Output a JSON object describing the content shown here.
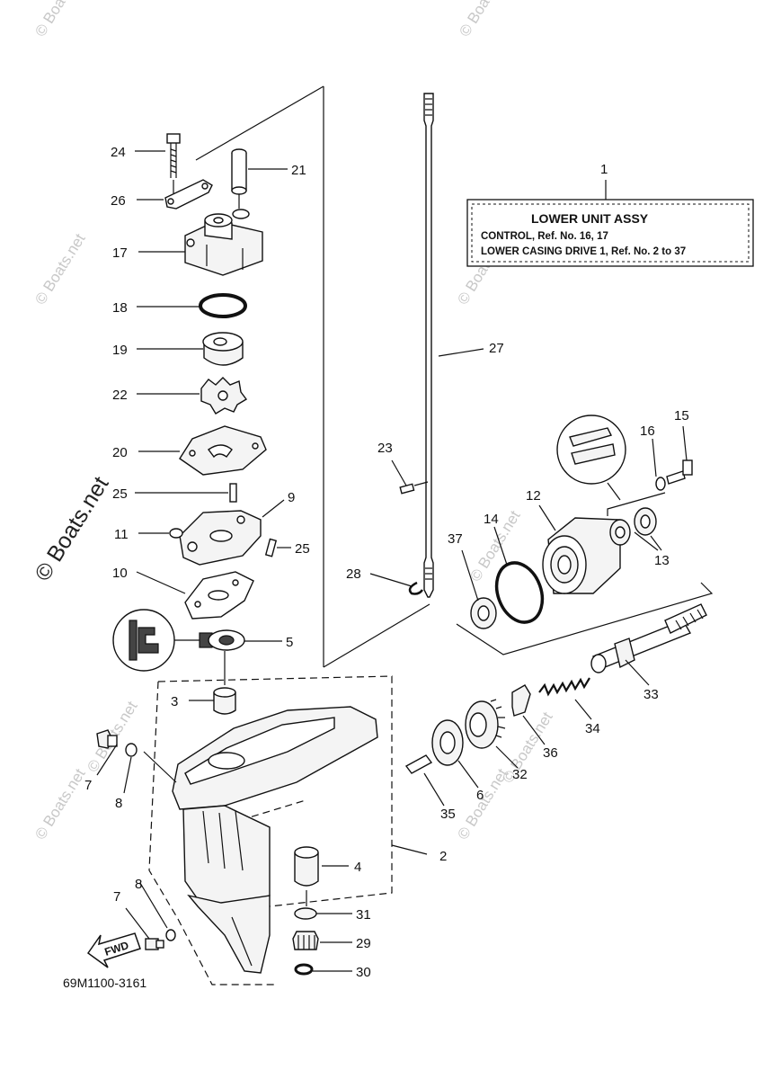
{
  "title_box": {
    "ref": "1",
    "line1": "LOWER UNIT ASSY",
    "line2": "CONTROL,  Ref. No. 16, 17",
    "line3": "LOWER CASING DRIVE 1,  Ref. No. 2 to 37"
  },
  "diagram_code": "69M1100-3161",
  "fwd_label": "FWD",
  "watermark_big": "© Boats.net",
  "watermark_small": "© Boats.net",
  "callouts": {
    "c1": "1",
    "c2": "2",
    "c3": "3",
    "c4": "4",
    "c5": "5",
    "c6": "6",
    "c7a": "7",
    "c7b": "7",
    "c8a": "8",
    "c8b": "8",
    "c9": "9",
    "c10": "10",
    "c11": "11",
    "c12": "12",
    "c13": "13",
    "c14": "14",
    "c15": "15",
    "c16": "16",
    "c17": "17",
    "c18": "18",
    "c19": "19",
    "c20": "20",
    "c21": "21",
    "c22": "22",
    "c23": "23",
    "c24": "24",
    "c25a": "25",
    "c25b": "25",
    "c26": "26",
    "c27": "27",
    "c28": "28",
    "c29": "29",
    "c30": "30",
    "c31": "31",
    "c32": "32",
    "c33": "33",
    "c34": "34",
    "c35": "35",
    "c36": "36",
    "c37": "37"
  }
}
